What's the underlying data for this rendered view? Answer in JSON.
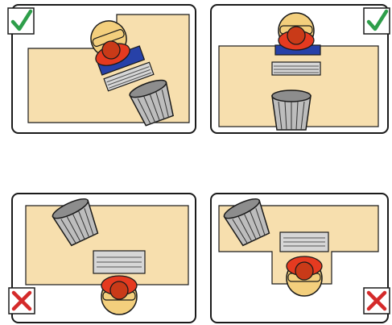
{
  "panels": [
    {
      "id": "top-left",
      "verdict": "correct",
      "mark_icon": "checkmark-icon",
      "mark_color": "#2e9e4a"
    },
    {
      "id": "top-right",
      "verdict": "correct",
      "mark_icon": "checkmark-icon",
      "mark_color": "#2e9e4a"
    },
    {
      "id": "bottom-left",
      "verdict": "incorrect",
      "mark_icon": "cross-icon",
      "mark_color": "#d42a2a"
    },
    {
      "id": "bottom-right",
      "verdict": "incorrect",
      "mark_icon": "cross-icon",
      "mark_color": "#d42a2a"
    }
  ],
  "colors": {
    "desk": "#f7dfae",
    "outline": "#1a1a1a",
    "shirt": "#e53a20",
    "hair": "#c93a18",
    "chair": "#f3cf7d",
    "bin": "#b9b9b9",
    "keyboard": "#c9c9c9",
    "blue_arm": "#2741a8"
  }
}
